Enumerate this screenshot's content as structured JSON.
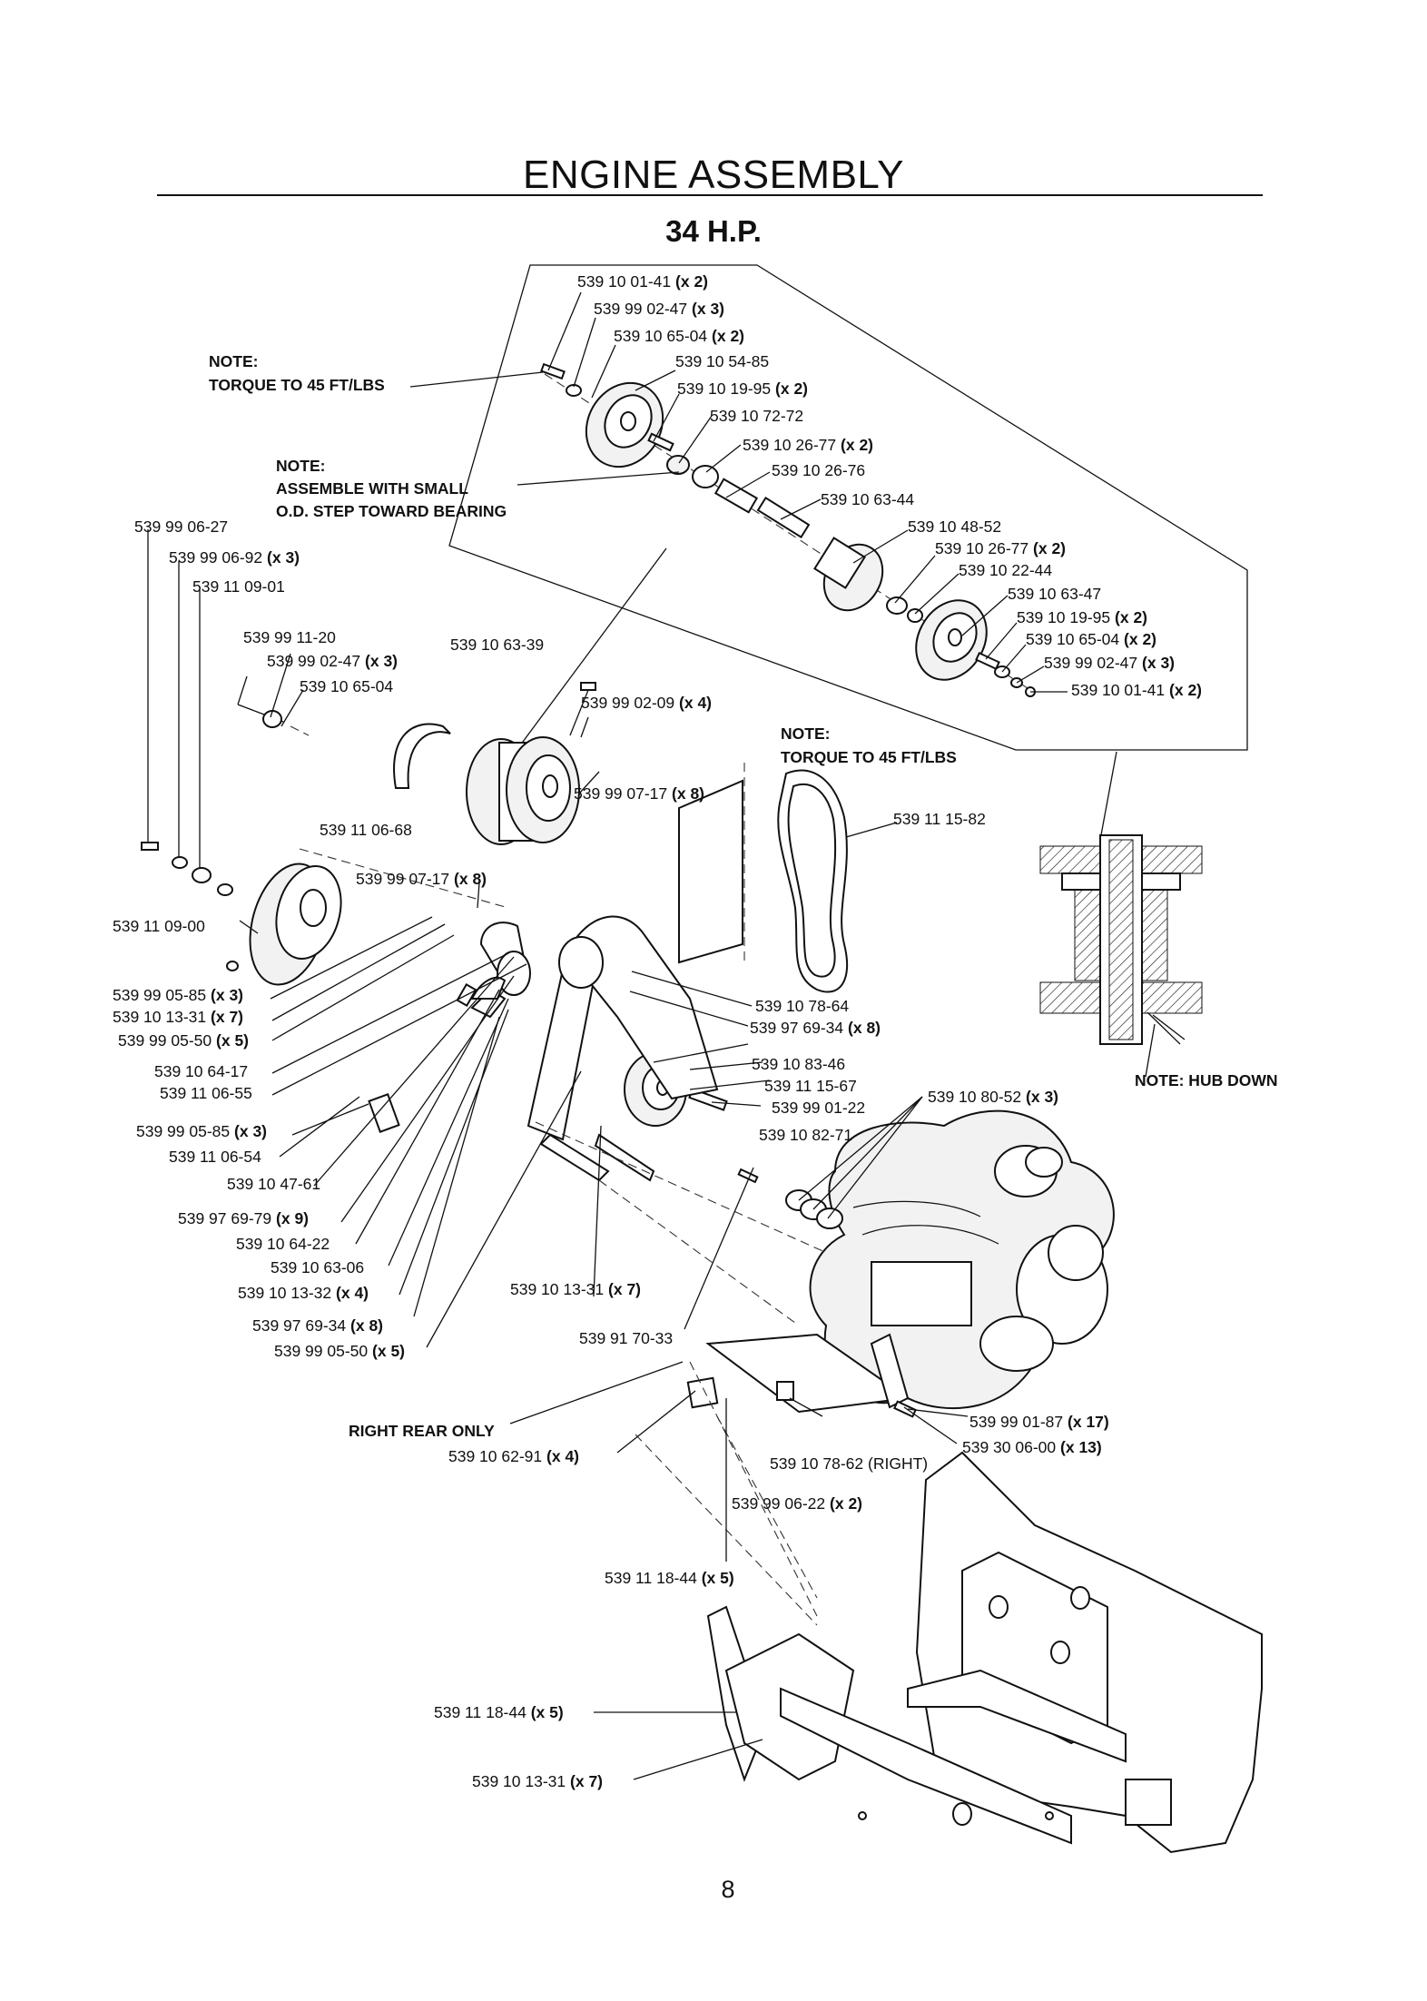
{
  "header": {
    "title": "ENGINE ASSEMBLY",
    "subtitle": "34 H.P."
  },
  "notes": {
    "torque_top_line1": "NOTE:",
    "torque_top_line2": "TORQUE TO 45 FT/LBS",
    "assemble_line1": "NOTE:",
    "assemble_line2": "ASSEMBLE WITH SMALL",
    "assemble_line3": "O.D. STEP TOWARD BEARING",
    "torque_right_line1": "NOTE:",
    "torque_right_line2": "TORQUE TO 45 FT/LBS",
    "hub_down": "NOTE: HUB DOWN",
    "right_rear_only": "RIGHT REAR ONLY"
  },
  "callouts": [
    {
      "id": "c01",
      "part": "539 10 01-41",
      "qty": "(x 2)"
    },
    {
      "id": "c02",
      "part": "539 99 02-47",
      "qty": "(x 3)"
    },
    {
      "id": "c03",
      "part": "539 10 65-04",
      "qty": "(x 2)"
    },
    {
      "id": "c04",
      "part": "539 10 54-85",
      "qty": ""
    },
    {
      "id": "c05",
      "part": "539 10 19-95",
      "qty": "(x 2)"
    },
    {
      "id": "c06",
      "part": "539 10 72-72",
      "qty": ""
    },
    {
      "id": "c07",
      "part": "539 10 26-77",
      "qty": "(x 2)"
    },
    {
      "id": "c08",
      "part": "539 10 26-76",
      "qty": ""
    },
    {
      "id": "c09",
      "part": "539 10 63-44",
      "qty": ""
    },
    {
      "id": "c10",
      "part": "539 10 48-52",
      "qty": ""
    },
    {
      "id": "c11",
      "part": "539 10 26-77",
      "qty": "(x 2)"
    },
    {
      "id": "c12",
      "part": "539 10 22-44",
      "qty": ""
    },
    {
      "id": "c13",
      "part": "539 10 63-47",
      "qty": ""
    },
    {
      "id": "c14",
      "part": "539 10 19-95",
      "qty": "(x 2)"
    },
    {
      "id": "c15",
      "part": "539 10 65-04",
      "qty": "(x 2)"
    },
    {
      "id": "c16",
      "part": "539 99 02-47",
      "qty": "(x 3)"
    },
    {
      "id": "c17",
      "part": "539 10 01-41",
      "qty": "(x 2)"
    },
    {
      "id": "c18",
      "part": "539 99 06-27",
      "qty": ""
    },
    {
      "id": "c19",
      "part": "539 99 06-92",
      "qty": "(x 3)"
    },
    {
      "id": "c20",
      "part": "539 11 09-01",
      "qty": ""
    },
    {
      "id": "c21",
      "part": "539 99 11-20",
      "qty": ""
    },
    {
      "id": "c22",
      "part": "539 99 02-47",
      "qty": "(x 3)"
    },
    {
      "id": "c23",
      "part": "539 10 65-04",
      "qty": ""
    },
    {
      "id": "c24",
      "part": "539 10 63-39",
      "qty": ""
    },
    {
      "id": "c25",
      "part": "539 99 02-09",
      "qty": "(x 4)"
    },
    {
      "id": "c26",
      "part": "539 99 07-17",
      "qty": "(x 8)"
    },
    {
      "id": "c27",
      "part": "539 11 15-82",
      "qty": ""
    },
    {
      "id": "c28",
      "part": "539 11 06-68",
      "qty": ""
    },
    {
      "id": "c29",
      "part": "539 99 07-17",
      "qty": "(x 8)"
    },
    {
      "id": "c30",
      "part": "539 11 09-00",
      "qty": ""
    },
    {
      "id": "c31",
      "part": "539 99 05-85",
      "qty": "(x 3)"
    },
    {
      "id": "c32",
      "part": "539 10 13-31",
      "qty": "(x 7)"
    },
    {
      "id": "c33",
      "part": "539 99 05-50",
      "qty": "(x 5)"
    },
    {
      "id": "c34",
      "part": "539 10 64-17",
      "qty": ""
    },
    {
      "id": "c35",
      "part": "539 11 06-55",
      "qty": ""
    },
    {
      "id": "c36",
      "part": "539 99 05-85",
      "qty": "(x 3)"
    },
    {
      "id": "c37",
      "part": "539 11 06-54",
      "qty": ""
    },
    {
      "id": "c38",
      "part": "539 10 47-61",
      "qty": ""
    },
    {
      "id": "c39",
      "part": "539 97 69-79",
      "qty": "(x 9)"
    },
    {
      "id": "c40",
      "part": "539 10 64-22",
      "qty": ""
    },
    {
      "id": "c41",
      "part": "539 10 63-06",
      "qty": ""
    },
    {
      "id": "c42",
      "part": "539 10 13-32",
      "qty": "(x 4)"
    },
    {
      "id": "c43",
      "part": "539 97 69-34",
      "qty": "(x 8)"
    },
    {
      "id": "c44",
      "part": "539 99 05-50",
      "qty": "(x 5)"
    },
    {
      "id": "c45",
      "part": "539 10 78-64",
      "qty": ""
    },
    {
      "id": "c46",
      "part": "539 97 69-34",
      "qty": "(x 8)"
    },
    {
      "id": "c47",
      "part": "539 10 83-46",
      "qty": ""
    },
    {
      "id": "c48",
      "part": "539 11 15-67",
      "qty": ""
    },
    {
      "id": "c49",
      "part": "539 99 01-22",
      "qty": ""
    },
    {
      "id": "c50",
      "part": "539 10 82-71",
      "qty": ""
    },
    {
      "id": "c51",
      "part": "539 10 80-52",
      "qty": "(x 3)"
    },
    {
      "id": "c52",
      "part": "539 10 13-31",
      "qty": "(x 7)"
    },
    {
      "id": "c53",
      "part": "539 91 70-33",
      "qty": ""
    },
    {
      "id": "c54",
      "part": "539 99 01-87",
      "qty": "(x 17)"
    },
    {
      "id": "c55",
      "part": "539 30 06-00",
      "qty": "(x 13)"
    },
    {
      "id": "c56",
      "part": "539 10 62-91",
      "qty": "(x 4)"
    },
    {
      "id": "c57",
      "part": "539 10 78-62 (RIGHT)",
      "qty": ""
    },
    {
      "id": "c58",
      "part": "539 99 06-22",
      "qty": "(x 2)"
    },
    {
      "id": "c59",
      "part": "539 11 18-44",
      "qty": "(x 5)"
    },
    {
      "id": "c60",
      "part": "539 11 18-44",
      "qty": "(x 5)"
    },
    {
      "id": "c61",
      "part": "539 10 13-31",
      "qty": "(x 7)"
    }
  ],
  "footer": {
    "page_number": "8"
  }
}
